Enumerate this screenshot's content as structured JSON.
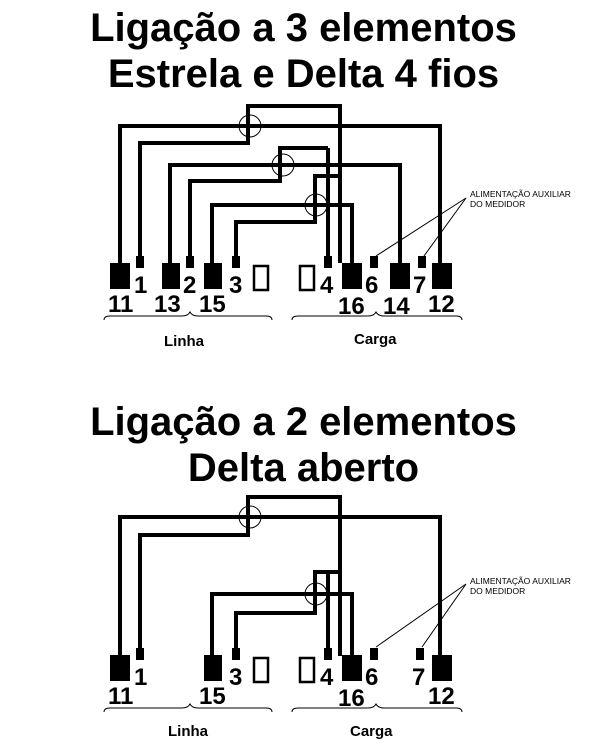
{
  "diagram1": {
    "title_line1": "Ligação a 3 elementos",
    "title_line2": "Estrela e Delta 4 fios",
    "terminals": [
      "11",
      "1",
      "13",
      "2",
      "15",
      "3",
      "4",
      "16",
      "6",
      "14",
      "7",
      "12"
    ],
    "left_label": "Linha",
    "right_label": "Carga",
    "note_line1": "ALIMENTAÇÃO AUXILIAR",
    "note_line2": "DO MEDIDOR"
  },
  "diagram2": {
    "title_line1": "Ligação a 2 elementos",
    "title_line2": "Delta aberto",
    "terminals": [
      "11",
      "1",
      "15",
      "3",
      "4",
      "16",
      "6",
      "7",
      "12"
    ],
    "left_label": "Linha",
    "right_label": "Carga",
    "note_line1": "ALIMENTAÇÃO AUXILIAR",
    "note_line2": "DO MEDIDOR"
  }
}
